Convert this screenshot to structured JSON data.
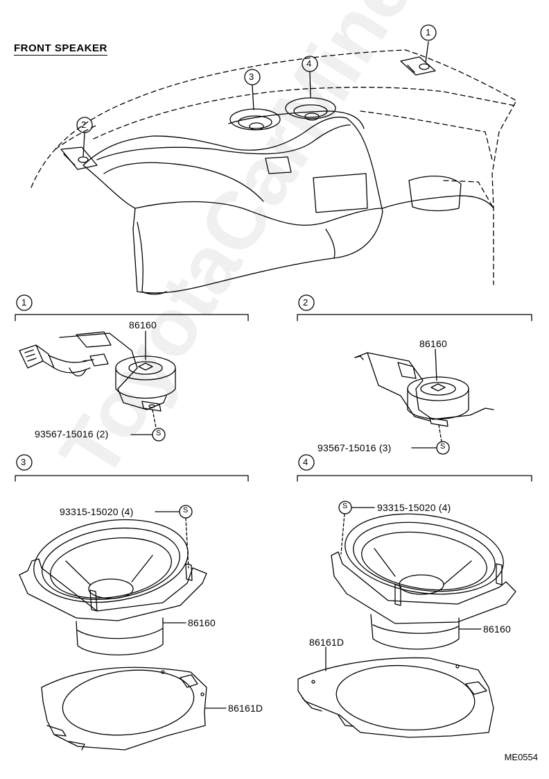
{
  "title": "FRONT SPEAKER",
  "watermark": "ToyotaCarMine.ru",
  "drawing_code": "ME0554",
  "callout_numbers": {
    "one": "1",
    "two": "2",
    "three": "3",
    "four": "4"
  },
  "fastener_symbol": "S",
  "parts": {
    "speaker": "86160",
    "bracket": "86161D",
    "screw_93567_2": "93567-15016 (2)",
    "screw_93567_3": "93567-15016 (3)",
    "screw_93315_4": "93315-15020 (4)"
  }
}
